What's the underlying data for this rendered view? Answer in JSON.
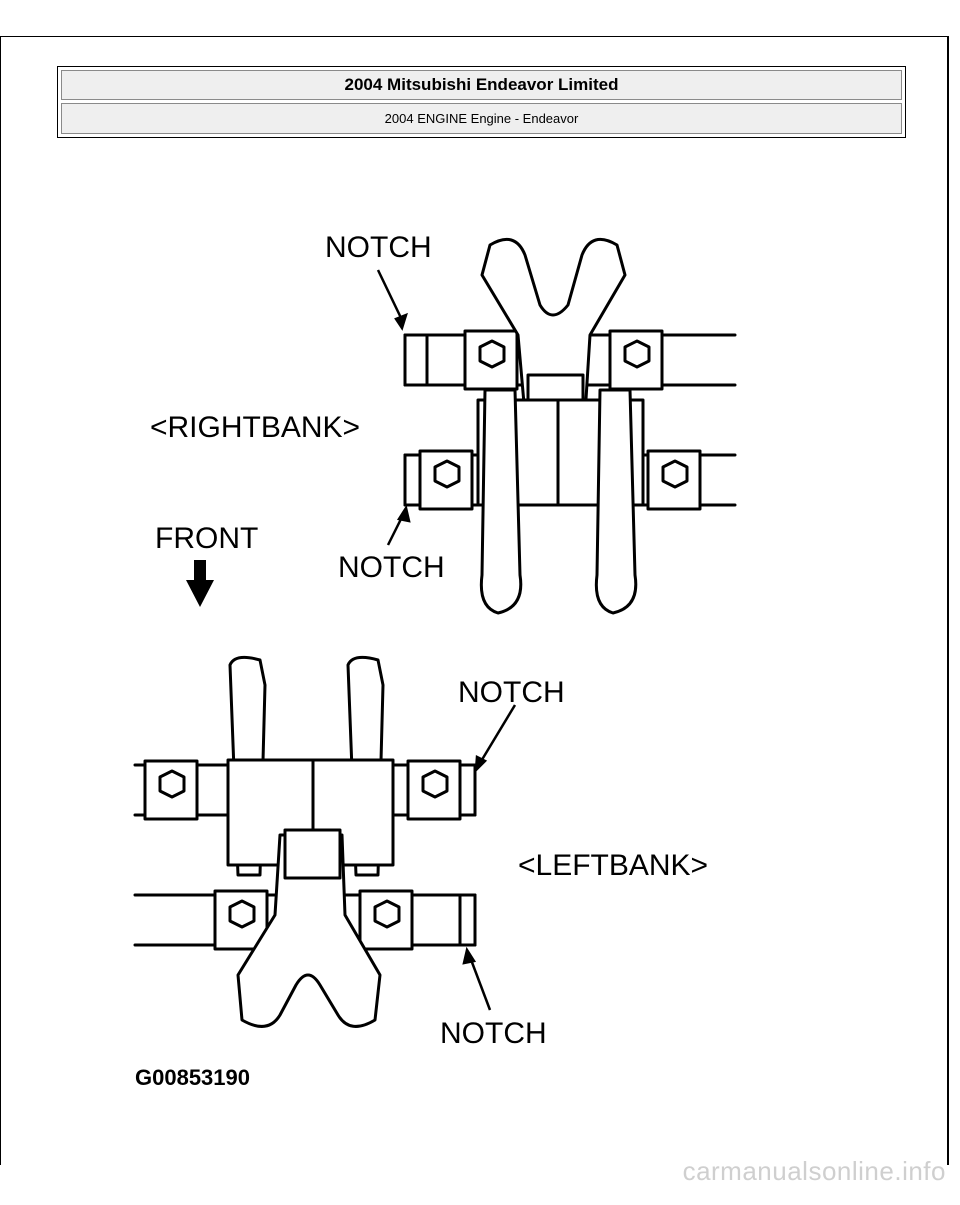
{
  "header": {
    "title": "2004 Mitsubishi Endeavor Limited",
    "subtitle": "2004 ENGINE Engine - Endeavor"
  },
  "figure": {
    "labels": {
      "notch_top_right": "NOTCH",
      "notch_bottom_right": "NOTCH",
      "notch_top_left": "NOTCH",
      "notch_bottom_left": "NOTCH",
      "right_bank": "<RIGHTBANK>",
      "left_bank": "<LEFTBANK>",
      "front": "FRONT",
      "figure_id": "G00853190"
    }
  },
  "watermark": "carmanualsonline.info"
}
